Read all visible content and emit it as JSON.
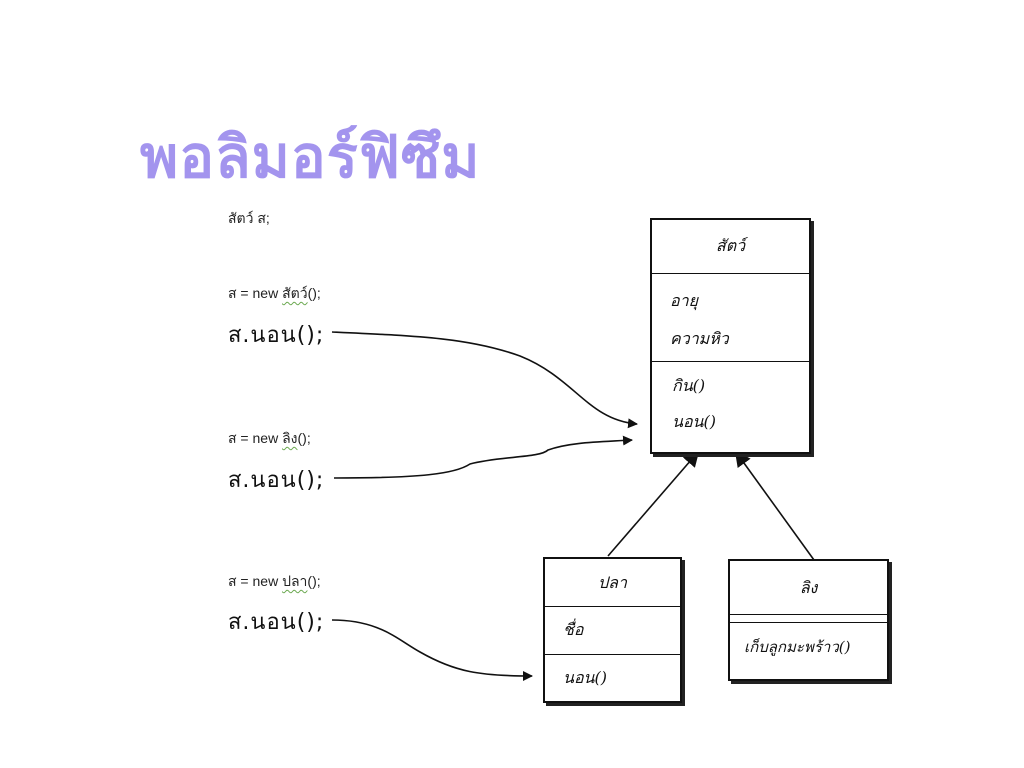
{
  "title": "พอลิมอร์ฟิซึม",
  "code": {
    "declaration": "สัตว์ ส;",
    "blocks": [
      {
        "assign_prefix": "ส = new ",
        "class_name": "สัตว์",
        "assign_suffix": "();",
        "call": "ส.นอน();"
      },
      {
        "assign_prefix": "ส = new ",
        "class_name": "ลิง",
        "assign_suffix": "();",
        "call": "ส.นอน();"
      },
      {
        "assign_prefix": "ส = new ",
        "class_name": "ปลา",
        "assign_suffix": "();",
        "call": "ส.นอน();"
      }
    ]
  },
  "classes": {
    "animal": {
      "name": "สัตว์",
      "attributes": [
        "อายุ",
        "ความหิว"
      ],
      "methods": [
        "กิน()",
        "นอน()"
      ]
    },
    "fish": {
      "name": "ปลา",
      "attributes": [
        "ชื่อ"
      ],
      "methods": [
        "นอน()"
      ]
    },
    "monkey": {
      "name": "ลิง",
      "attributes": [],
      "methods": [
        "เก็บลูกมะพร้าว()"
      ]
    }
  }
}
